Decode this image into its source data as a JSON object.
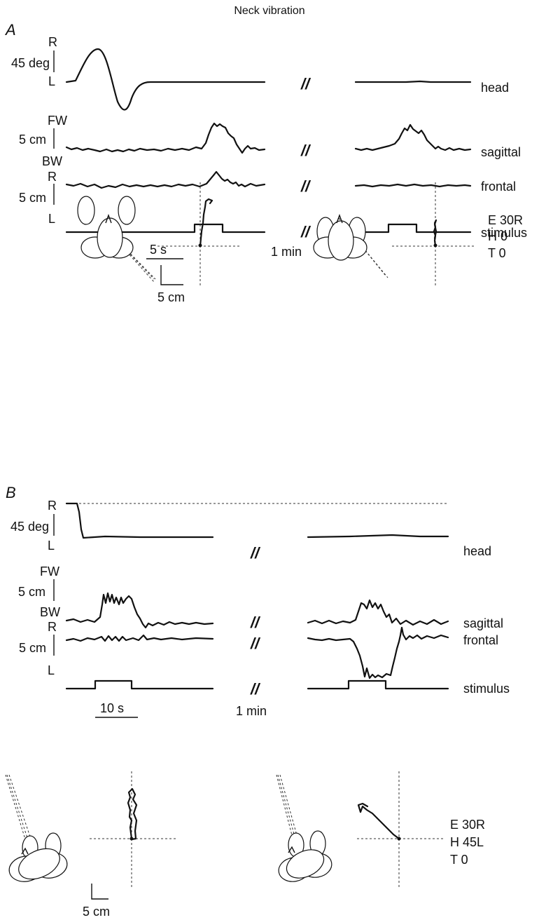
{
  "title": "Neck vibration",
  "panels": [
    {
      "letter": "A",
      "scales": {
        "head": {
          "value": "45 deg",
          "top": "R",
          "bottom": "L"
        },
        "sagittal": {
          "value": "5 cm",
          "top": "FW",
          "bottom": "BW"
        },
        "frontal": {
          "value": "5 cm",
          "top": "R",
          "bottom": "L"
        }
      },
      "trace_labels": {
        "head": "head",
        "sagittal": "sagittal",
        "frontal": "frontal",
        "stimulus": "stimulus"
      },
      "separator": "//",
      "time_scale": "5 s",
      "gap_label": "1 min",
      "xy_scale": "5 cm",
      "condition": [
        "E 30R",
        "H 0",
        "T 0"
      ]
    },
    {
      "letter": "B",
      "scales": {
        "head": {
          "value": "45 deg",
          "top": "R",
          "bottom": "L"
        },
        "sagittal": {
          "value": "5 cm",
          "top": "FW",
          "bottom": "BW"
        },
        "frontal": {
          "value": "5 cm",
          "top": "R",
          "bottom": "L"
        }
      },
      "trace_labels": {
        "head": "head",
        "sagittal": "sagittal",
        "frontal": "frontal",
        "stimulus": "stimulus"
      },
      "separator": "//",
      "time_scale": "10 s",
      "gap_label": "1 min",
      "xy_scale": "5 cm",
      "condition": [
        "E 30R",
        "H 45L",
        "T 0"
      ]
    }
  ]
}
